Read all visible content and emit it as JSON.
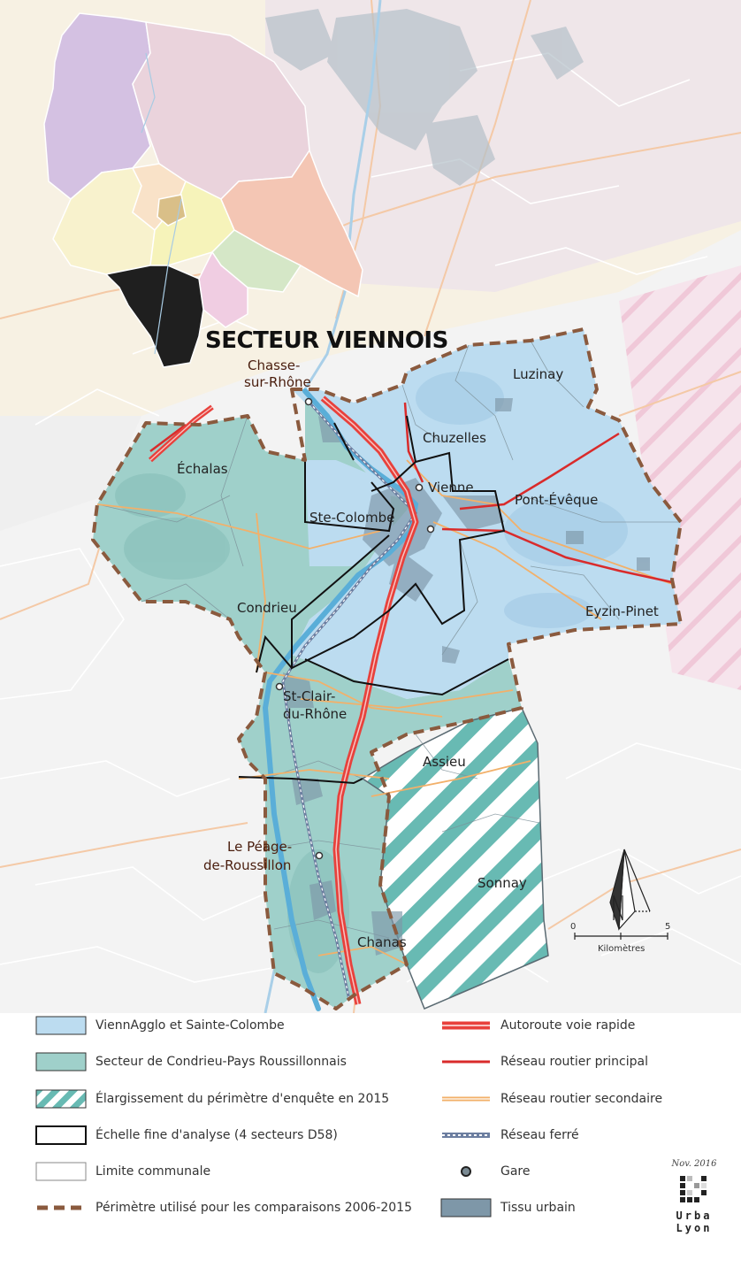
{
  "title": "SECTEUR VIENNOIS",
  "places": {
    "chasse_1": "Chasse-",
    "chasse_2": "sur-Rhône",
    "luzinay": "Luzinay",
    "chuzelles": "Chuzelles",
    "echalas": "Échalas",
    "vienne": "Vienne",
    "pont_eveque": "Pont-Évêque",
    "ste_colombe": "Ste-Colombe",
    "condrieu": "Condrieu",
    "eyzin_pinet": "Eyzin-Pinet",
    "st_clair_1": "St-Clair-",
    "st_clair_2": "du-Rhône",
    "assieu": "Assieu",
    "le_peage_1": "Le Péage-",
    "le_peage_2": "de-Roussillon",
    "sonnay": "Sonnay",
    "chanas": "Chanas"
  },
  "scale": {
    "min": "0",
    "max": "5",
    "unit": "Kilomètres"
  },
  "legend": {
    "left": [
      {
        "label": "ViennAgglo et Sainte-Colombe",
        "icon": "swatch-light-blue"
      },
      {
        "label": "Secteur de Condrieu-Pays Roussillonnais",
        "icon": "swatch-teal"
      },
      {
        "label": "Élargissement du périmètre d'enquête en 2015",
        "icon": "swatch-hatched"
      },
      {
        "label": "Échelle fine d'analyse (4 secteurs D58)",
        "icon": "outline-black"
      },
      {
        "label": "Limite communale",
        "icon": "outline-grey"
      },
      {
        "label": "Périmètre utilisé pour les comparaisons 2006-2015",
        "icon": "dashed-brown-line"
      }
    ],
    "right": [
      {
        "label": "Autoroute voie rapide",
        "icon": "motorway-line"
      },
      {
        "label": "Réseau routier principal",
        "icon": "red-line"
      },
      {
        "label": "Réseau routier secondaire",
        "icon": "orange-line"
      },
      {
        "label": "Réseau ferré",
        "icon": "rail-line"
      },
      {
        "label": "Gare",
        "icon": "station-dot"
      },
      {
        "label": "Tissu urbain",
        "icon": "swatch-slate"
      }
    ]
  },
  "brand": {
    "date": "Nov. 2016",
    "line1": "Urba",
    "line2": "Lyon"
  },
  "colors": {
    "viennagglo": "#bcdcf0",
    "condrieu": "#9fd0ca",
    "hatch": "#5fb7b0",
    "perimeter": "#8a5a3e",
    "motorway": "#e8413c",
    "main_road": "#d92b2b",
    "secondary_road": "#f2b06a",
    "urban": "#7e97a8"
  }
}
